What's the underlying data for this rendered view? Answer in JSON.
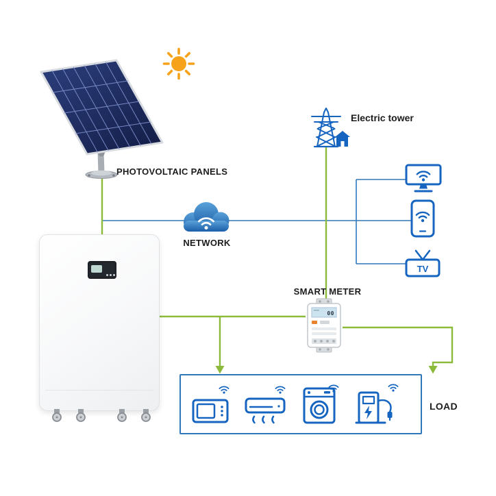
{
  "colors": {
    "icon-blue": "#1565c0",
    "line-blue": "#2e77b8",
    "line-green": "#8cbb3c",
    "sun-orange": "#f7a21b",
    "panel-grid-blue": "#8093cf",
    "frame-silver": "#d7dbe0",
    "text-black": "#1c1c1c",
    "lcd-blue": "#cde3ef",
    "battery-screen-teal": "#bfd9d2"
  },
  "diagram": {
    "sun": {
      "icon": "sun-icon"
    },
    "photovoltaic": {
      "label": "PHOTOVOLTAIC PANELS",
      "icon": "solar-panel-icon"
    },
    "electric_tower": {
      "label": "Electric tower",
      "icon": "electric-tower-icon"
    },
    "network": {
      "label": "NETWORK",
      "icon": "cloud-wifi-icon"
    },
    "devices": [
      {
        "name": "computer-monitor",
        "icon": "monitor-wifi-icon"
      },
      {
        "name": "smartphone",
        "icon": "smartphone-wifi-icon"
      },
      {
        "name": "television",
        "icon": "tv-icon",
        "label": "TV"
      }
    ],
    "smart_meter": {
      "label": "SMART METER",
      "display_value": "00",
      "icon": "smart-meter-icon"
    },
    "battery_storage": {
      "icon": "battery-storage-unit"
    },
    "load": {
      "label": "LOAD",
      "appliances": [
        {
          "icon": "microwave-icon"
        },
        {
          "icon": "air-conditioner-icon"
        },
        {
          "icon": "washing-machine-icon"
        },
        {
          "icon": "ev-charger-icon"
        }
      ]
    }
  }
}
